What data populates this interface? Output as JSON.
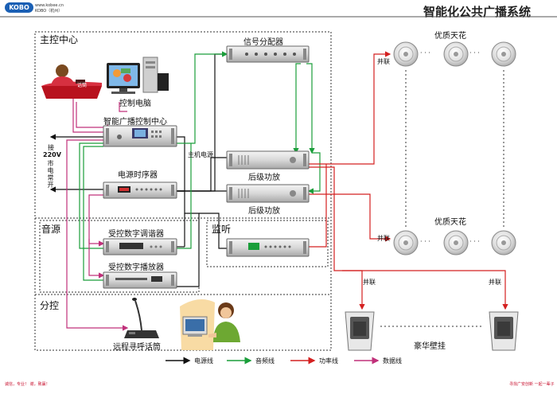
{
  "header": {
    "logo_text": "KOBO",
    "website": "www.kobee.cn",
    "brand_sub": "KOBO（杭州）",
    "title": "智能化公共广播系统"
  },
  "sections": {
    "main_control": "主控中心",
    "audio_source": "音源",
    "monitor": "监听",
    "sub_control": "分控"
  },
  "devices": {
    "signal_distributor": "信号分配器",
    "control_pc": "控制电脑",
    "broadcast_center": "智能广播控制中心",
    "main_power": "主机电源",
    "power_sequencer": "电源时序器",
    "rear_amp_1": "后级功放",
    "rear_amp_2": "后级功放",
    "tuner": "受控数字调谐器",
    "player": "受控数字播放器",
    "remote_mic": "远程寻呼话筒",
    "mic_tag": "话筒"
  },
  "power_input": {
    "line1": "接",
    "voltage": "220V",
    "line3": "市电常开"
  },
  "speakers": {
    "ceiling_group_1": "优质天花",
    "ceiling_group_2": "优质天花",
    "parallel_1": "并联",
    "parallel_2": "并联",
    "parallel_3": "并联",
    "parallel_4": "并联",
    "wall_label": "豪华壁挂",
    "ellipsis": "· · ·"
  },
  "legend": {
    "power_line": "电源线",
    "audio_line": "音频线",
    "speaker_line": "功率线",
    "data_line": "数据线"
  },
  "footer": {
    "left_text": "诚信，专业！ 谢，致赢！",
    "right_text": "寻找广安创新 一起一辈子"
  },
  "colors": {
    "power": "#111111",
    "audio": "#1a9e3a",
    "speaker": "#d42020",
    "data": "#c0307a",
    "brand": "#1a5fb4"
  }
}
